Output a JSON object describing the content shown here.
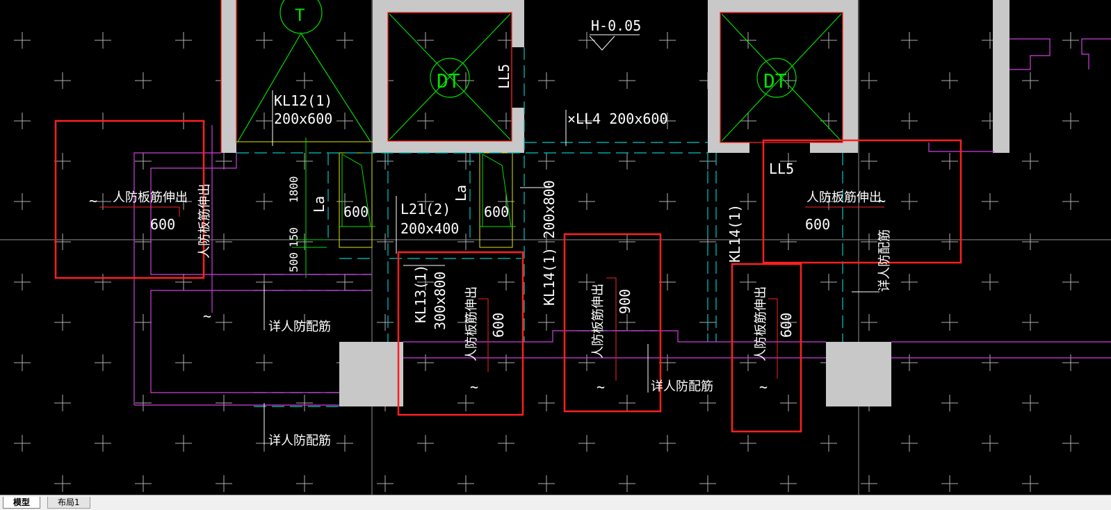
{
  "colors": {
    "background": "#000000",
    "wall": "#c8c8c8",
    "red": "#ff2020",
    "green": "#00e000",
    "cyan": "#00c8c8",
    "magenta": "#d040e0",
    "yellow": "#e6e600",
    "white": "#ffffff",
    "grid": "#b0b0b0"
  },
  "drawing": {
    "elevation_label": "H-0.05",
    "elevator_labels": [
      "DT",
      "DT"
    ],
    "stair_label": "T",
    "beam_labels": {
      "kl12_name": "KL12(1)",
      "kl12_size": "200x600",
      "ll4": "×LL4 200x600",
      "ll5_vertical": "LL5",
      "ll5_right": "LL5",
      "l21_name": "L21(2)",
      "l21_size": "200x400",
      "kl13_name": "KL13(1)",
      "kl13_size": "300x800",
      "kl14_left": "KL14(1) 200x800",
      "kl14_right": "KL14(1)"
    },
    "dimensions": {
      "dim_1800": "1800",
      "dim_150": "150",
      "dim_500": "500",
      "la_left": "La",
      "la_right": "La",
      "dim_600_a": "600",
      "dim_600_b": "600"
    },
    "annotations": {
      "rebar_extend": "人防板筋伸出",
      "detail_rebar": "详人防配筋",
      "val_600": "600",
      "val_900": "900",
      "tilde": "~"
    }
  },
  "tabs": [
    {
      "label": "模型",
      "active": true
    },
    {
      "label": "布局1",
      "active": false
    }
  ]
}
